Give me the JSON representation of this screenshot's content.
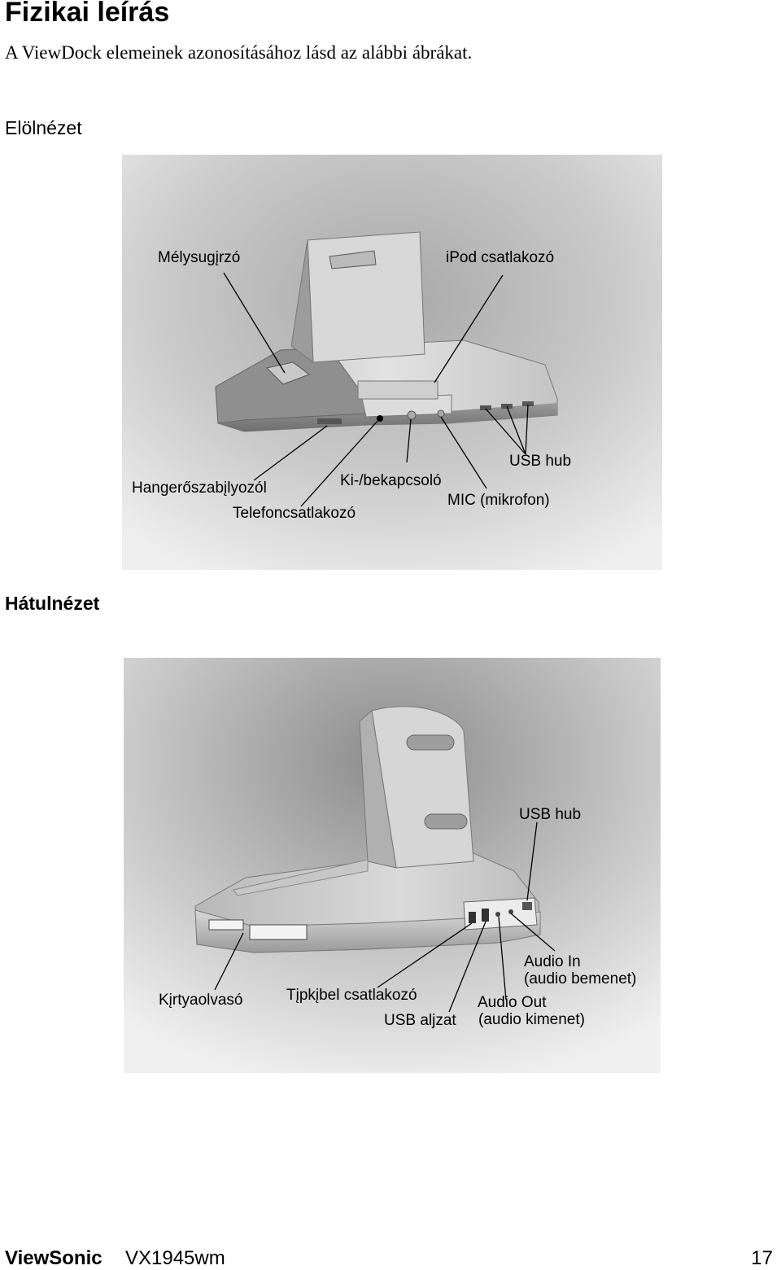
{
  "title": "Fizikai leírás",
  "intro": "A ViewDock elemeinek azonosításához lásd az alábbi ábrákat.",
  "front_view": {
    "heading": "Elölnézet",
    "callouts": {
      "subwoofer": "Mélysugįrzó",
      "ipod": "iPod csatlakozó",
      "usb_hub": "USB hub",
      "volume": "Hangerőszabįlyozól",
      "power": "Ki-/bekapcsoló",
      "mic": "MIC (mikrofon)",
      "phone": "Telefoncsatlakozó"
    }
  },
  "rear_view": {
    "heading": "Hátulnézet",
    "callouts": {
      "usb_hub": "USB hub",
      "audio_in_1": "Audio In",
      "audio_in_2": "(audio bemenet)",
      "card_reader": "Kįrtyaolvasó",
      "power_cable": "Tįpkįbel csatlakozó",
      "audio_out_1": "Audio Out",
      "usb_port": "USB aljzat",
      "audio_out_2": "(audio kimenet)"
    }
  },
  "footer": {
    "brand": "ViewSonic",
    "model": "VX1945wm",
    "page": "17"
  }
}
